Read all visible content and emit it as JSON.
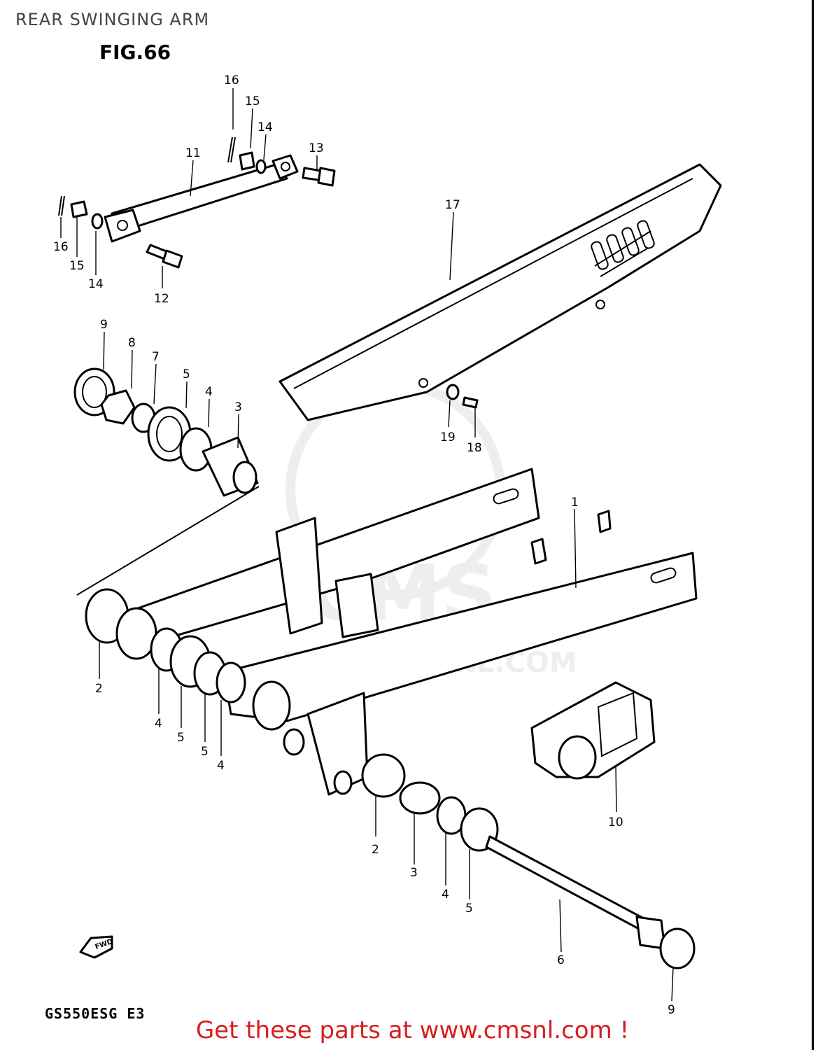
{
  "page": {
    "title": "REAR SWINGING ARM",
    "figure": "FIG.66",
    "model": "GS550ESG  E3",
    "fwd_label": "FWD",
    "watermark_brand": "CMS",
    "watermark_url": "WWW.CMSNL.COM",
    "footer": "Get these parts at www.cmsnl.com !"
  },
  "colors": {
    "footer_red": "#d81e1e",
    "title_gray": "#444444",
    "watermark_gray": "#eeeeee"
  },
  "callouts": [
    {
      "id": "c16a",
      "text": "16"
    },
    {
      "id": "c15a",
      "text": "15"
    },
    {
      "id": "c14a",
      "text": "14"
    },
    {
      "id": "c11",
      "text": "11"
    },
    {
      "id": "c13",
      "text": "13"
    },
    {
      "id": "c16b",
      "text": "16"
    },
    {
      "id": "c15b",
      "text": "15"
    },
    {
      "id": "c14b",
      "text": "14"
    },
    {
      "id": "c12",
      "text": "12"
    },
    {
      "id": "c17",
      "text": "17"
    },
    {
      "id": "c9a",
      "text": "9"
    },
    {
      "id": "c8",
      "text": "8"
    },
    {
      "id": "c7",
      "text": "7"
    },
    {
      "id": "c5a",
      "text": "5"
    },
    {
      "id": "c4a",
      "text": "4"
    },
    {
      "id": "c3a",
      "text": "3"
    },
    {
      "id": "c19",
      "text": "19"
    },
    {
      "id": "c18",
      "text": "18"
    },
    {
      "id": "c1",
      "text": "1"
    },
    {
      "id": "c2a",
      "text": "2"
    },
    {
      "id": "c4b",
      "text": "4"
    },
    {
      "id": "c5b",
      "text": "5"
    },
    {
      "id": "c5c",
      "text": "5"
    },
    {
      "id": "c4c",
      "text": "4"
    },
    {
      "id": "c10",
      "text": "10"
    },
    {
      "id": "c2b",
      "text": "2"
    },
    {
      "id": "c3b",
      "text": "3"
    },
    {
      "id": "c4d",
      "text": "4"
    },
    {
      "id": "c5d",
      "text": "5"
    },
    {
      "id": "c6",
      "text": "6"
    },
    {
      "id": "c9b",
      "text": "9"
    }
  ]
}
